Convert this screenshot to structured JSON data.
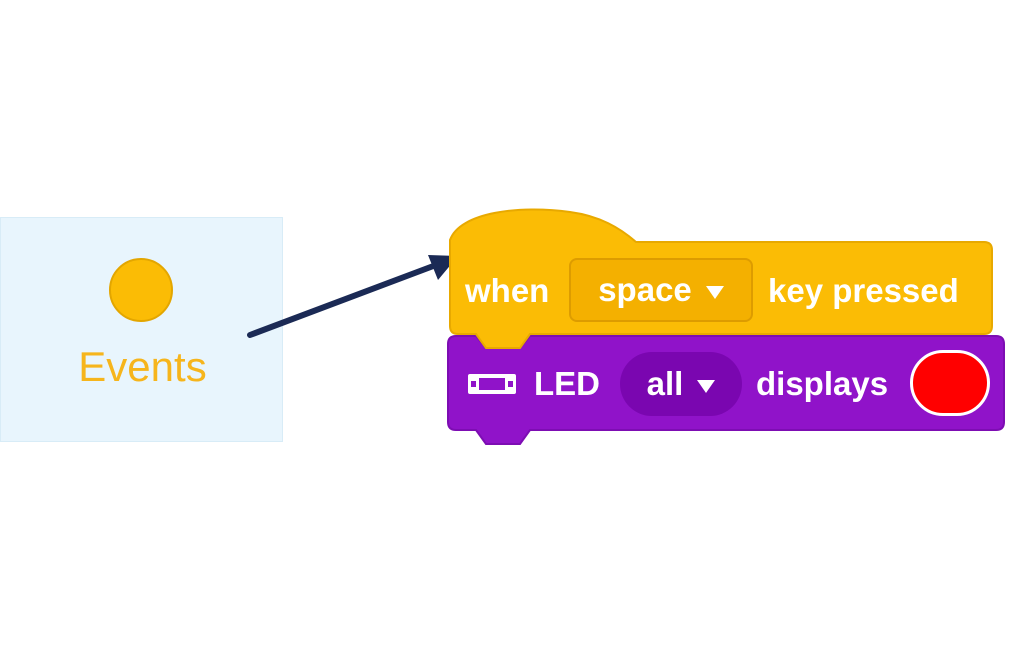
{
  "category": {
    "label": "Events",
    "dot_color": "#fbbc05"
  },
  "arrow": {
    "color": "#1b2a55"
  },
  "hat_block": {
    "color": "#fbbc05",
    "prefix": "when",
    "key_dropdown": "space",
    "suffix": "key pressed"
  },
  "led_block": {
    "color": "#9013c9",
    "icon": "led-strip-icon",
    "label": "LED",
    "target_dropdown": "all",
    "action": "displays",
    "color_value": "#ff0000"
  }
}
